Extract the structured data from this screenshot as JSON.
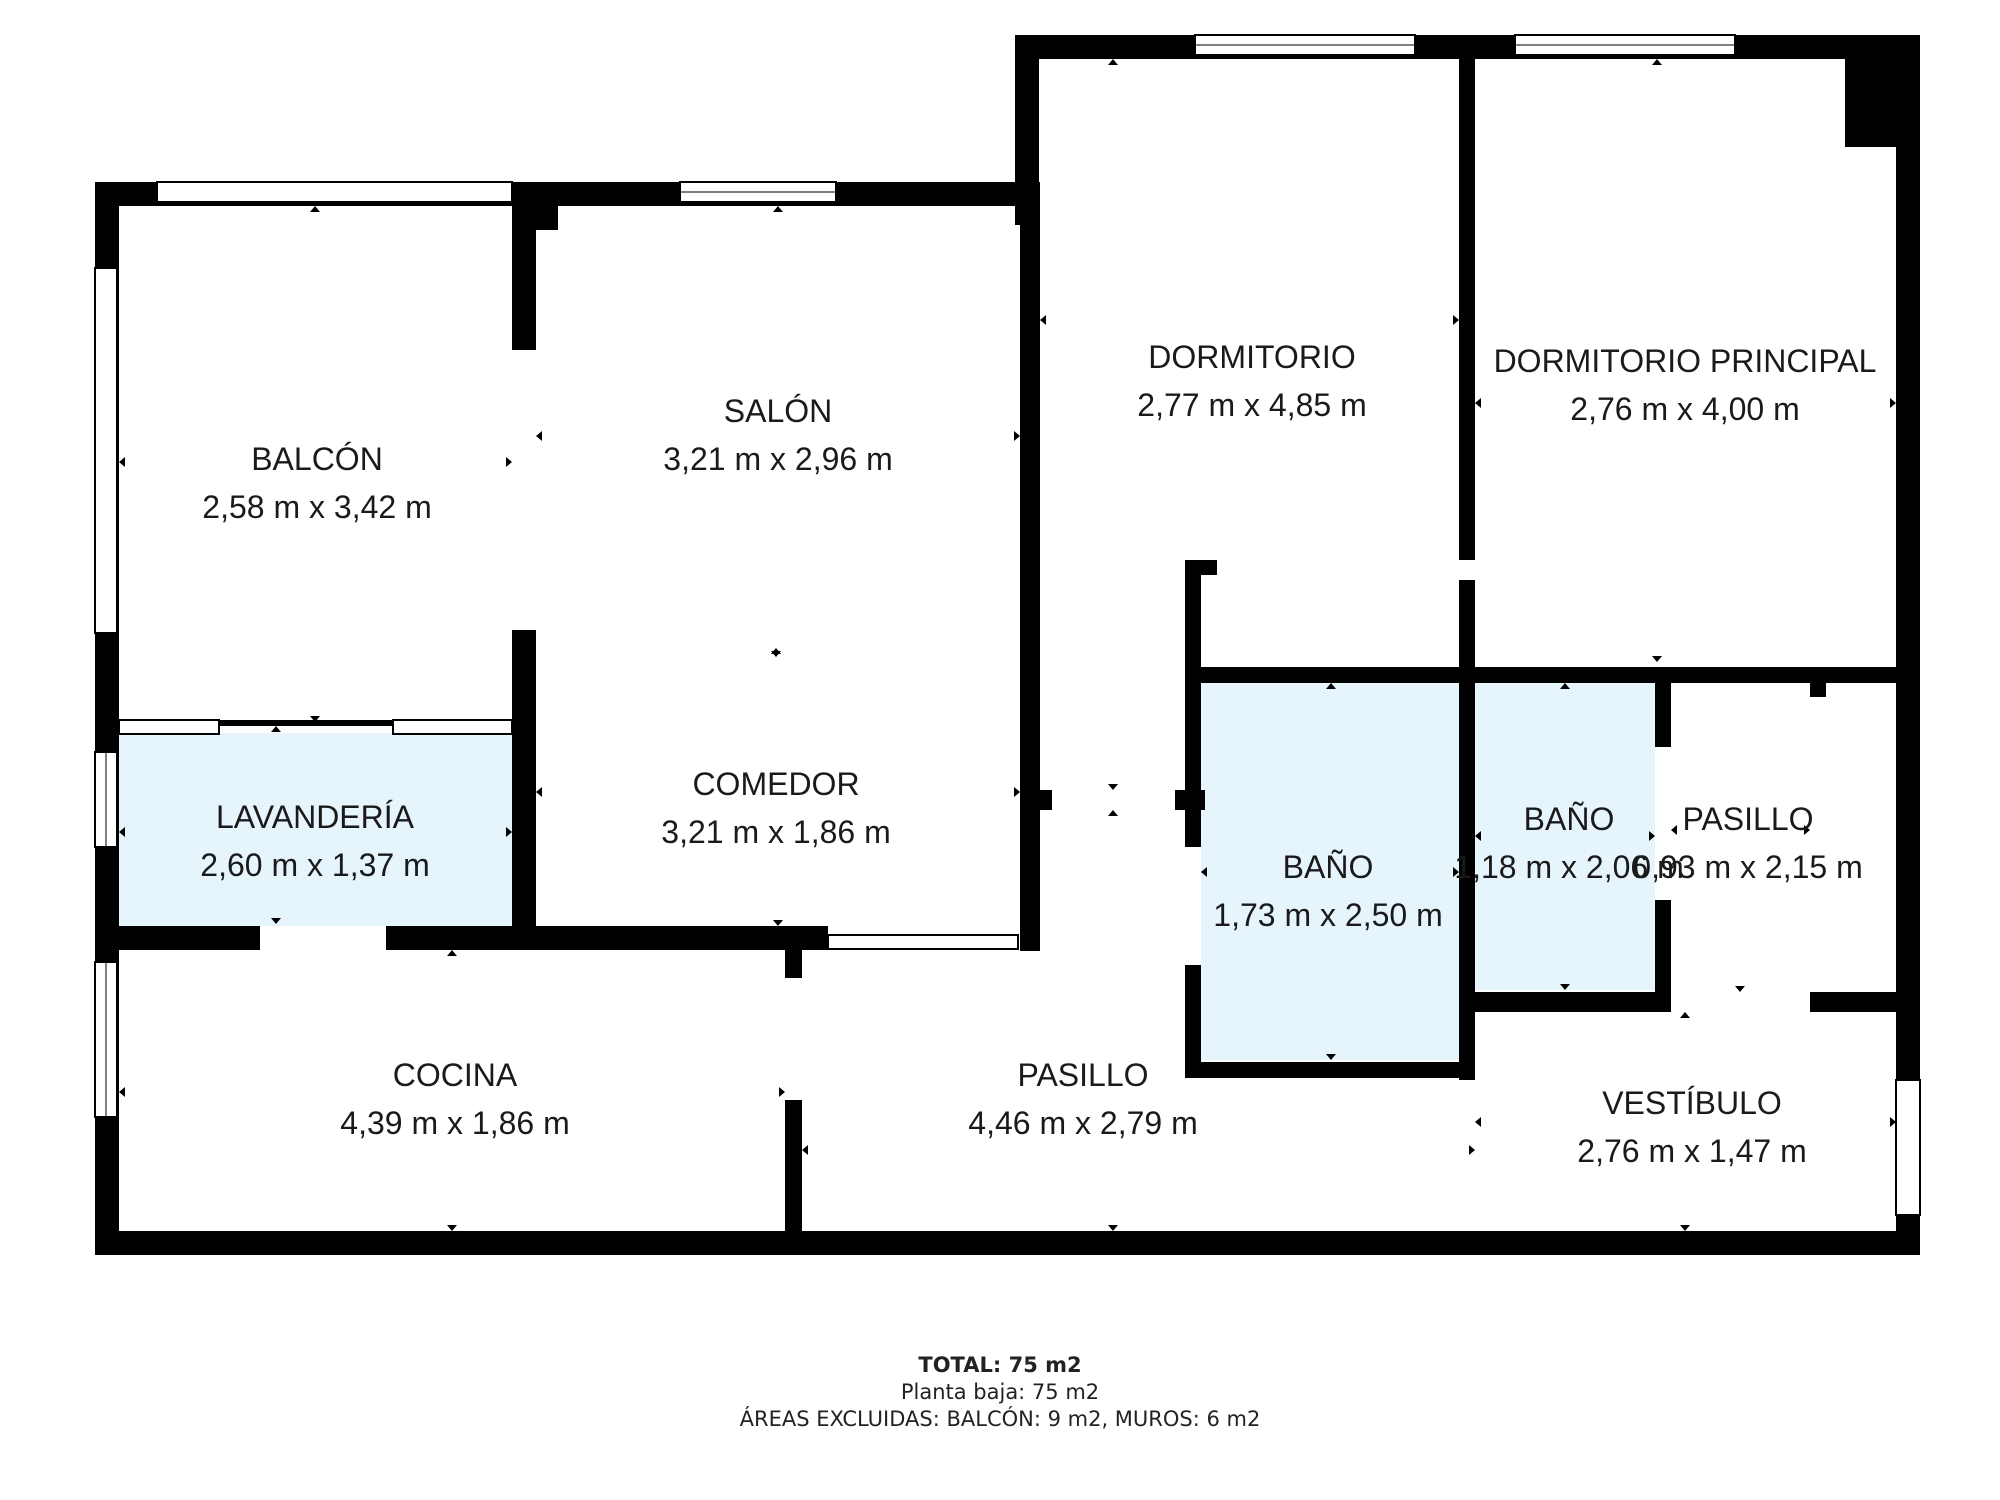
{
  "colors": {
    "wall": "#000000",
    "wet_room": "#e6f4fc",
    "room": "#ffffff"
  },
  "rooms": [
    {
      "id": "balcon",
      "name": "BALCÓN",
      "dims": "2,58 m x 3,42 m"
    },
    {
      "id": "salon",
      "name": "SALÓN",
      "dims": "3,21 m x 2,96 m"
    },
    {
      "id": "comedor",
      "name": "COMEDOR",
      "dims": "3,21 m x 1,86 m"
    },
    {
      "id": "lavanderia",
      "name": "LAVANDERÍA",
      "dims": "2,60 m x 1,37 m"
    },
    {
      "id": "dormitorio",
      "name": "DORMITORIO",
      "dims": "2,77 m x 4,85 m"
    },
    {
      "id": "dormitorio-principal",
      "name": "DORMITORIO PRINCIPAL",
      "dims": "2,76 m x 4,00 m"
    },
    {
      "id": "bano-1",
      "name": "BAÑO",
      "dims": "1,73 m x 2,50 m"
    },
    {
      "id": "bano-2",
      "name": "BAÑO",
      "dims": "1,18 m x 2,06 m"
    },
    {
      "id": "pasillo-1",
      "name": "PASILLO",
      "dims": "0,93 m x 2,15 m"
    },
    {
      "id": "cocina",
      "name": "COCINA",
      "dims": "4,39 m x 1,86 m"
    },
    {
      "id": "pasillo-2",
      "name": "PASILLO",
      "dims": "4,46 m x 2,79 m"
    },
    {
      "id": "vestibulo",
      "name": "VESTÍBULO",
      "dims": "2,76 m x 1,47 m"
    }
  ],
  "summary": {
    "total": "TOTAL: 75 m2",
    "floor": "Planta baja: 75 m2",
    "excluded": "ÁREAS EXCLUIDAS: BALCÓN: 9 m2, MUROS: 6 m2"
  }
}
